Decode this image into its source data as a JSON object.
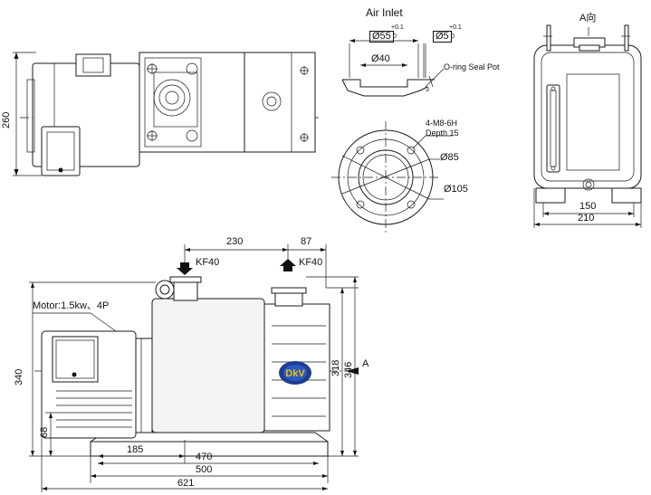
{
  "air_inlet": {
    "title": "Air Inlet",
    "flange_tol_outer": "Ø55",
    "flange_tol_outer_plus": "+0.1",
    "flange_tol_outer_minus": "0",
    "flange_tol_inner": "Ø5",
    "flange_tol_inner_plus": "+0.1",
    "flange_tol_inner_minus": "0",
    "bore_dim": "Ø40",
    "oring_label": "O-ring Seal Pot",
    "depth_small": "3"
  },
  "flange_view": {
    "thread_spec": "4-M8-6H",
    "thread_depth": "Depth 15",
    "pcd_dim": "Ø85",
    "outer_dim": "Ø105"
  },
  "end_view": {
    "view_label": "A向",
    "width_inner": "150",
    "width_outer": "210"
  },
  "top_view": {
    "height_dim": "260"
  },
  "front_view": {
    "motor_label": "Motor:1.5kw、4P",
    "inlet_label": "KF40",
    "outlet_label": "KF40",
    "dim_230": "230",
    "dim_87": "87",
    "dim_340": "340",
    "dim_318": "318",
    "dim_346": "346",
    "dim_68": "68",
    "dim_185": "185",
    "dim_470": "470",
    "dim_500": "500",
    "dim_621": "621",
    "view_marker": "A",
    "logo_text": "DKV",
    "logo_colors": {
      "ring": "#1e3d8f",
      "text": "#f2c20a"
    }
  }
}
